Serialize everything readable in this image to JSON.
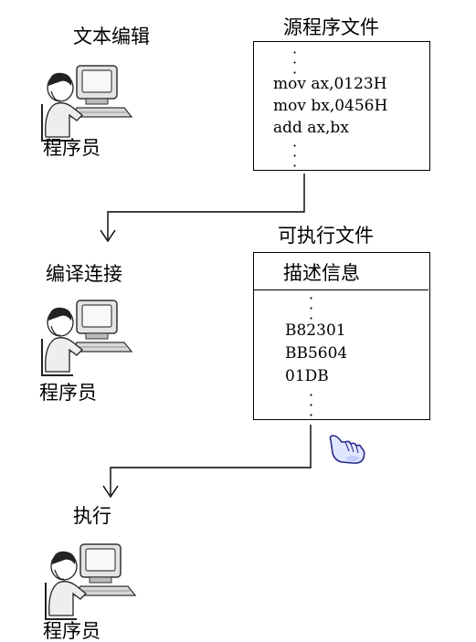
{
  "stage1": {
    "title": "文本编辑",
    "role": "程序员"
  },
  "stage2": {
    "title": "编译连接",
    "role": "程序员"
  },
  "stage3": {
    "title": "执行",
    "role": "程序员"
  },
  "source_file": {
    "title": "源程序文件",
    "lines": [
      "mov ax,0123H",
      "mov bx,0456H",
      "add ax,bx"
    ]
  },
  "exe_file": {
    "title": "可执行文件",
    "header": "描述信息",
    "lines": [
      "B82301",
      "BB5604",
      "01DB"
    ]
  },
  "icons": {
    "person": "programmer-at-computer-icon",
    "pointer": "hand-pointer-icon"
  }
}
